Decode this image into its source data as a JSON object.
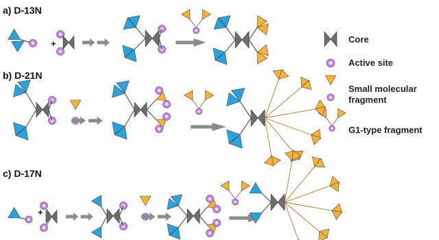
{
  "rows": [
    {
      "title": "a) D-13N"
    },
    {
      "title": "b) D-21N"
    },
    {
      "title": "c) D-17N"
    }
  ],
  "plus_sign": "+",
  "legend": {
    "core": "Core",
    "active_site": "Active site",
    "small_fragment_line1": "Small molecular",
    "small_fragment_line2": "fragment",
    "g1_fragment": "G1-type fragment"
  },
  "colors": {
    "blue_wedge": "#29a3e0",
    "orange_wedge": "#f9b233",
    "core_gray": "#6d6e71",
    "active_site": "#c08ad8",
    "arrow_gray": "#8c8c8c"
  }
}
